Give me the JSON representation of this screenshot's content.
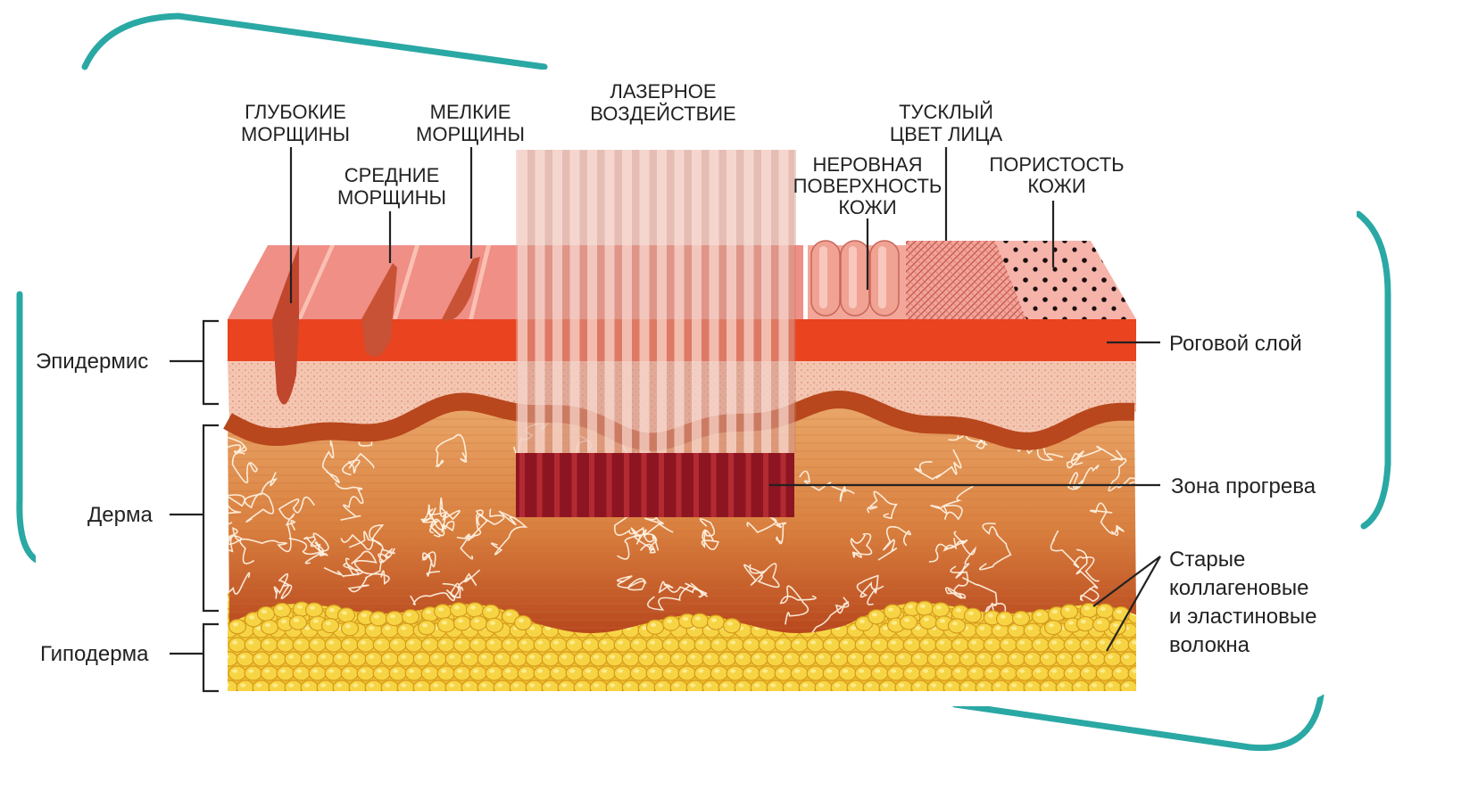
{
  "labels": {
    "deep_wrinkles": [
      "ГЛУБОКИЕ",
      "МОРЩИНЫ"
    ],
    "medium_wrinkles": [
      "СРЕДНИЕ",
      "МОРЩИНЫ"
    ],
    "fine_wrinkles": [
      "МЕЛКИЕ",
      "МОРЩИНЫ"
    ],
    "laser": [
      "ЛАЗЕРНОЕ",
      "ВОЗДЕЙСТВИЕ"
    ],
    "dull_complexion": [
      "ТУСКЛЫЙ",
      "ЦВЕТ ЛИЦА"
    ],
    "uneven_surface": [
      "НЕРОВНАЯ",
      "ПОВЕРХНОСТЬ",
      "КОЖИ"
    ],
    "porosity": [
      "ПОРИСТОСТЬ",
      "КОЖИ"
    ],
    "epidermis": "Эпидермис",
    "dermis": "Дерма",
    "hypodermis": "Гиподерма",
    "stratum_corneum": "Роговой слой",
    "heating_zone": "Зона прогрева",
    "old_fibers": [
      "Старые",
      "коллагеновые",
      "и эластиновые",
      "волокна"
    ]
  },
  "colors": {
    "frame_teal": "#2aa8a4",
    "surface_top": "#ef8f86",
    "stratum": "#e9431f",
    "epidermis_layer": "#f4c9b4",
    "basal_wave": "#b8471d",
    "dermis_top": "#e9a060",
    "dermis_bottom": "#b8471d",
    "fat": "#f5d63a",
    "heat_zone": "#8d1522",
    "laser_beam": "#e8b0a2"
  }
}
